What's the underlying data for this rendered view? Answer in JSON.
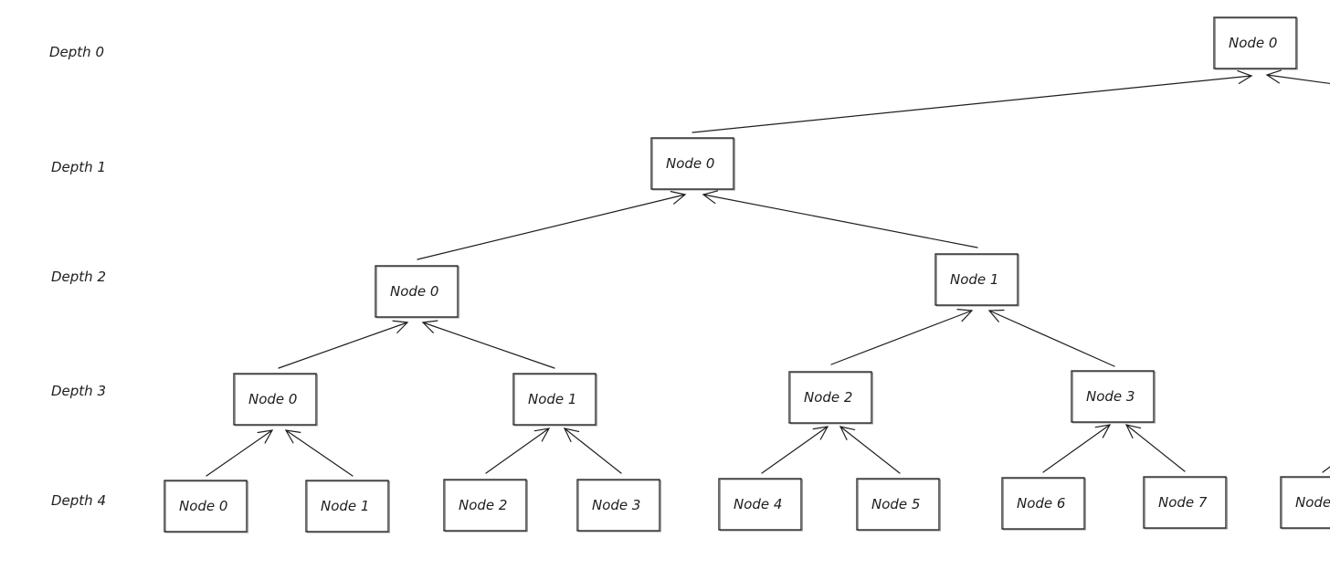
{
  "depth_labels": [
    "Depth 0",
    "Depth 1",
    "Depth 2",
    "Depth 3",
    "Depth 4"
  ],
  "nodes": [
    {
      "id": "d0n0",
      "label": "Node 0"
    },
    {
      "id": "d1n0",
      "label": "Node 0"
    },
    {
      "id": "d2n0",
      "label": "Node 0"
    },
    {
      "id": "d2n1",
      "label": "Node 1"
    },
    {
      "id": "d3n0",
      "label": "Node 0"
    },
    {
      "id": "d3n1",
      "label": "Node 1"
    },
    {
      "id": "d3n2",
      "label": "Node 2"
    },
    {
      "id": "d3n3",
      "label": "Node 3"
    },
    {
      "id": "d4n0",
      "label": "Node 0"
    },
    {
      "id": "d4n1",
      "label": "Node 1"
    },
    {
      "id": "d4n2",
      "label": "Node 2"
    },
    {
      "id": "d4n3",
      "label": "Node 3"
    },
    {
      "id": "d4n4",
      "label": "Node 4"
    },
    {
      "id": "d4n5",
      "label": "Node 5"
    },
    {
      "id": "d4n6",
      "label": "Node 6"
    },
    {
      "id": "d4n7",
      "label": "Node 7"
    },
    {
      "id": "d4n8",
      "label": "Node"
    }
  ],
  "edges": [
    {
      "from": "d1n0",
      "to": "d0n0"
    },
    {
      "from": "d2n0",
      "to": "d1n0"
    },
    {
      "from": "d2n1",
      "to": "d1n0"
    },
    {
      "from": "d3n0",
      "to": "d2n0"
    },
    {
      "from": "d3n1",
      "to": "d2n0"
    },
    {
      "from": "d3n2",
      "to": "d2n1"
    },
    {
      "from": "d3n3",
      "to": "d2n1"
    },
    {
      "from": "d4n0",
      "to": "d3n0"
    },
    {
      "from": "d4n1",
      "to": "d3n0"
    },
    {
      "from": "d4n2",
      "to": "d3n1"
    },
    {
      "from": "d4n3",
      "to": "d3n1"
    },
    {
      "from": "d4n4",
      "to": "d3n2"
    },
    {
      "from": "d4n5",
      "to": "d3n2"
    },
    {
      "from": "d4n6",
      "to": "d3n3"
    },
    {
      "from": "d4n7",
      "to": "d3n3"
    }
  ]
}
